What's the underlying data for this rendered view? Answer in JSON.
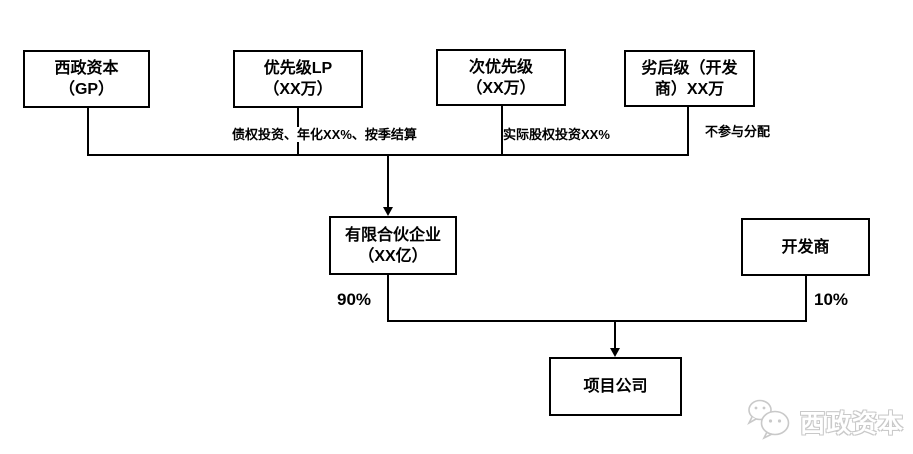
{
  "canvas": {
    "background": "#ffffff",
    "line_color": "#000000",
    "text_color": "#000000"
  },
  "boxes": {
    "gp": {
      "line1": "西政资本",
      "line2": "（GP）"
    },
    "priority_lp": {
      "line1": "优先级LP",
      "line2": "（XX万）"
    },
    "sub_priority": {
      "line1": "次优先级",
      "line2": "（XX万）"
    },
    "inferior": {
      "line1": "劣后级（开发",
      "line2": "商）XX万"
    },
    "partnership": {
      "line1": "有限合伙企业",
      "line2": "（XX亿）"
    },
    "developer": {
      "line1": "开发商"
    },
    "project": {
      "line1": "项目公司"
    }
  },
  "edge_labels": {
    "debt": "债权投资、年化XX%、按季结算",
    "equity": "实际股权投资XX%",
    "no_distribution": "不参与分配",
    "partnership_share": "90%",
    "developer_share": "10%"
  },
  "watermark": {
    "brand": "西政资本",
    "icon": "wechat-bubbles-icon",
    "color": "#c9c9c9"
  }
}
